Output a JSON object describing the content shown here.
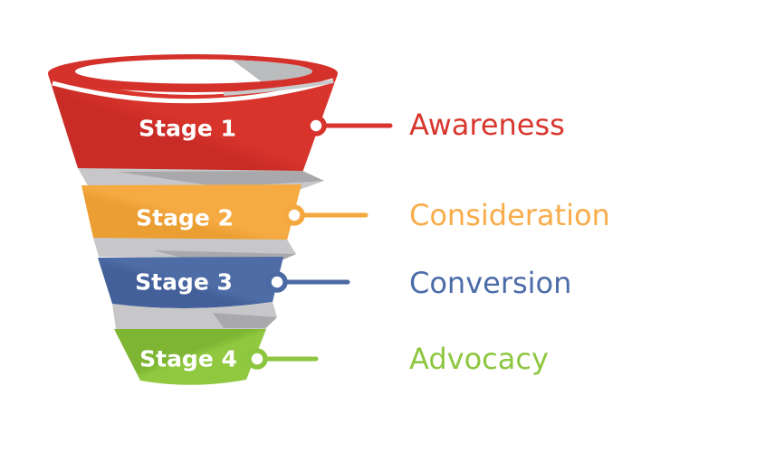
{
  "diagram": {
    "type": "marketing-funnel",
    "background": "#ffffff",
    "stage_text_color": "#ffffff",
    "ribbon_colors": {
      "light": "#c7c7c9",
      "dark": "#a9a9ab"
    },
    "opening_colors": {
      "inner": "#ffffff",
      "shadow": "#babcbe"
    },
    "stages": [
      {
        "stage_label": "Stage 1",
        "name": "Awareness",
        "band_color": "#d7322c",
        "band_color_dark": "#c92c26",
        "label_color": "#d8372e"
      },
      {
        "stage_label": "Stage 2",
        "name": "Consideration",
        "band_color": "#f4a73e",
        "band_color_dark": "#eb9e31",
        "label_color": "#f8ac4a"
      },
      {
        "stage_label": "Stage 3",
        "name": "Conversion",
        "band_color": "#4b69a3",
        "band_color_dark": "#43609a",
        "label_color": "#4c6ca8"
      },
      {
        "stage_label": "Stage 4",
        "name": "Advocacy",
        "band_color": "#8cc63f",
        "band_color_dark": "#7eb634",
        "label_color": "#8dc63f"
      }
    ]
  }
}
